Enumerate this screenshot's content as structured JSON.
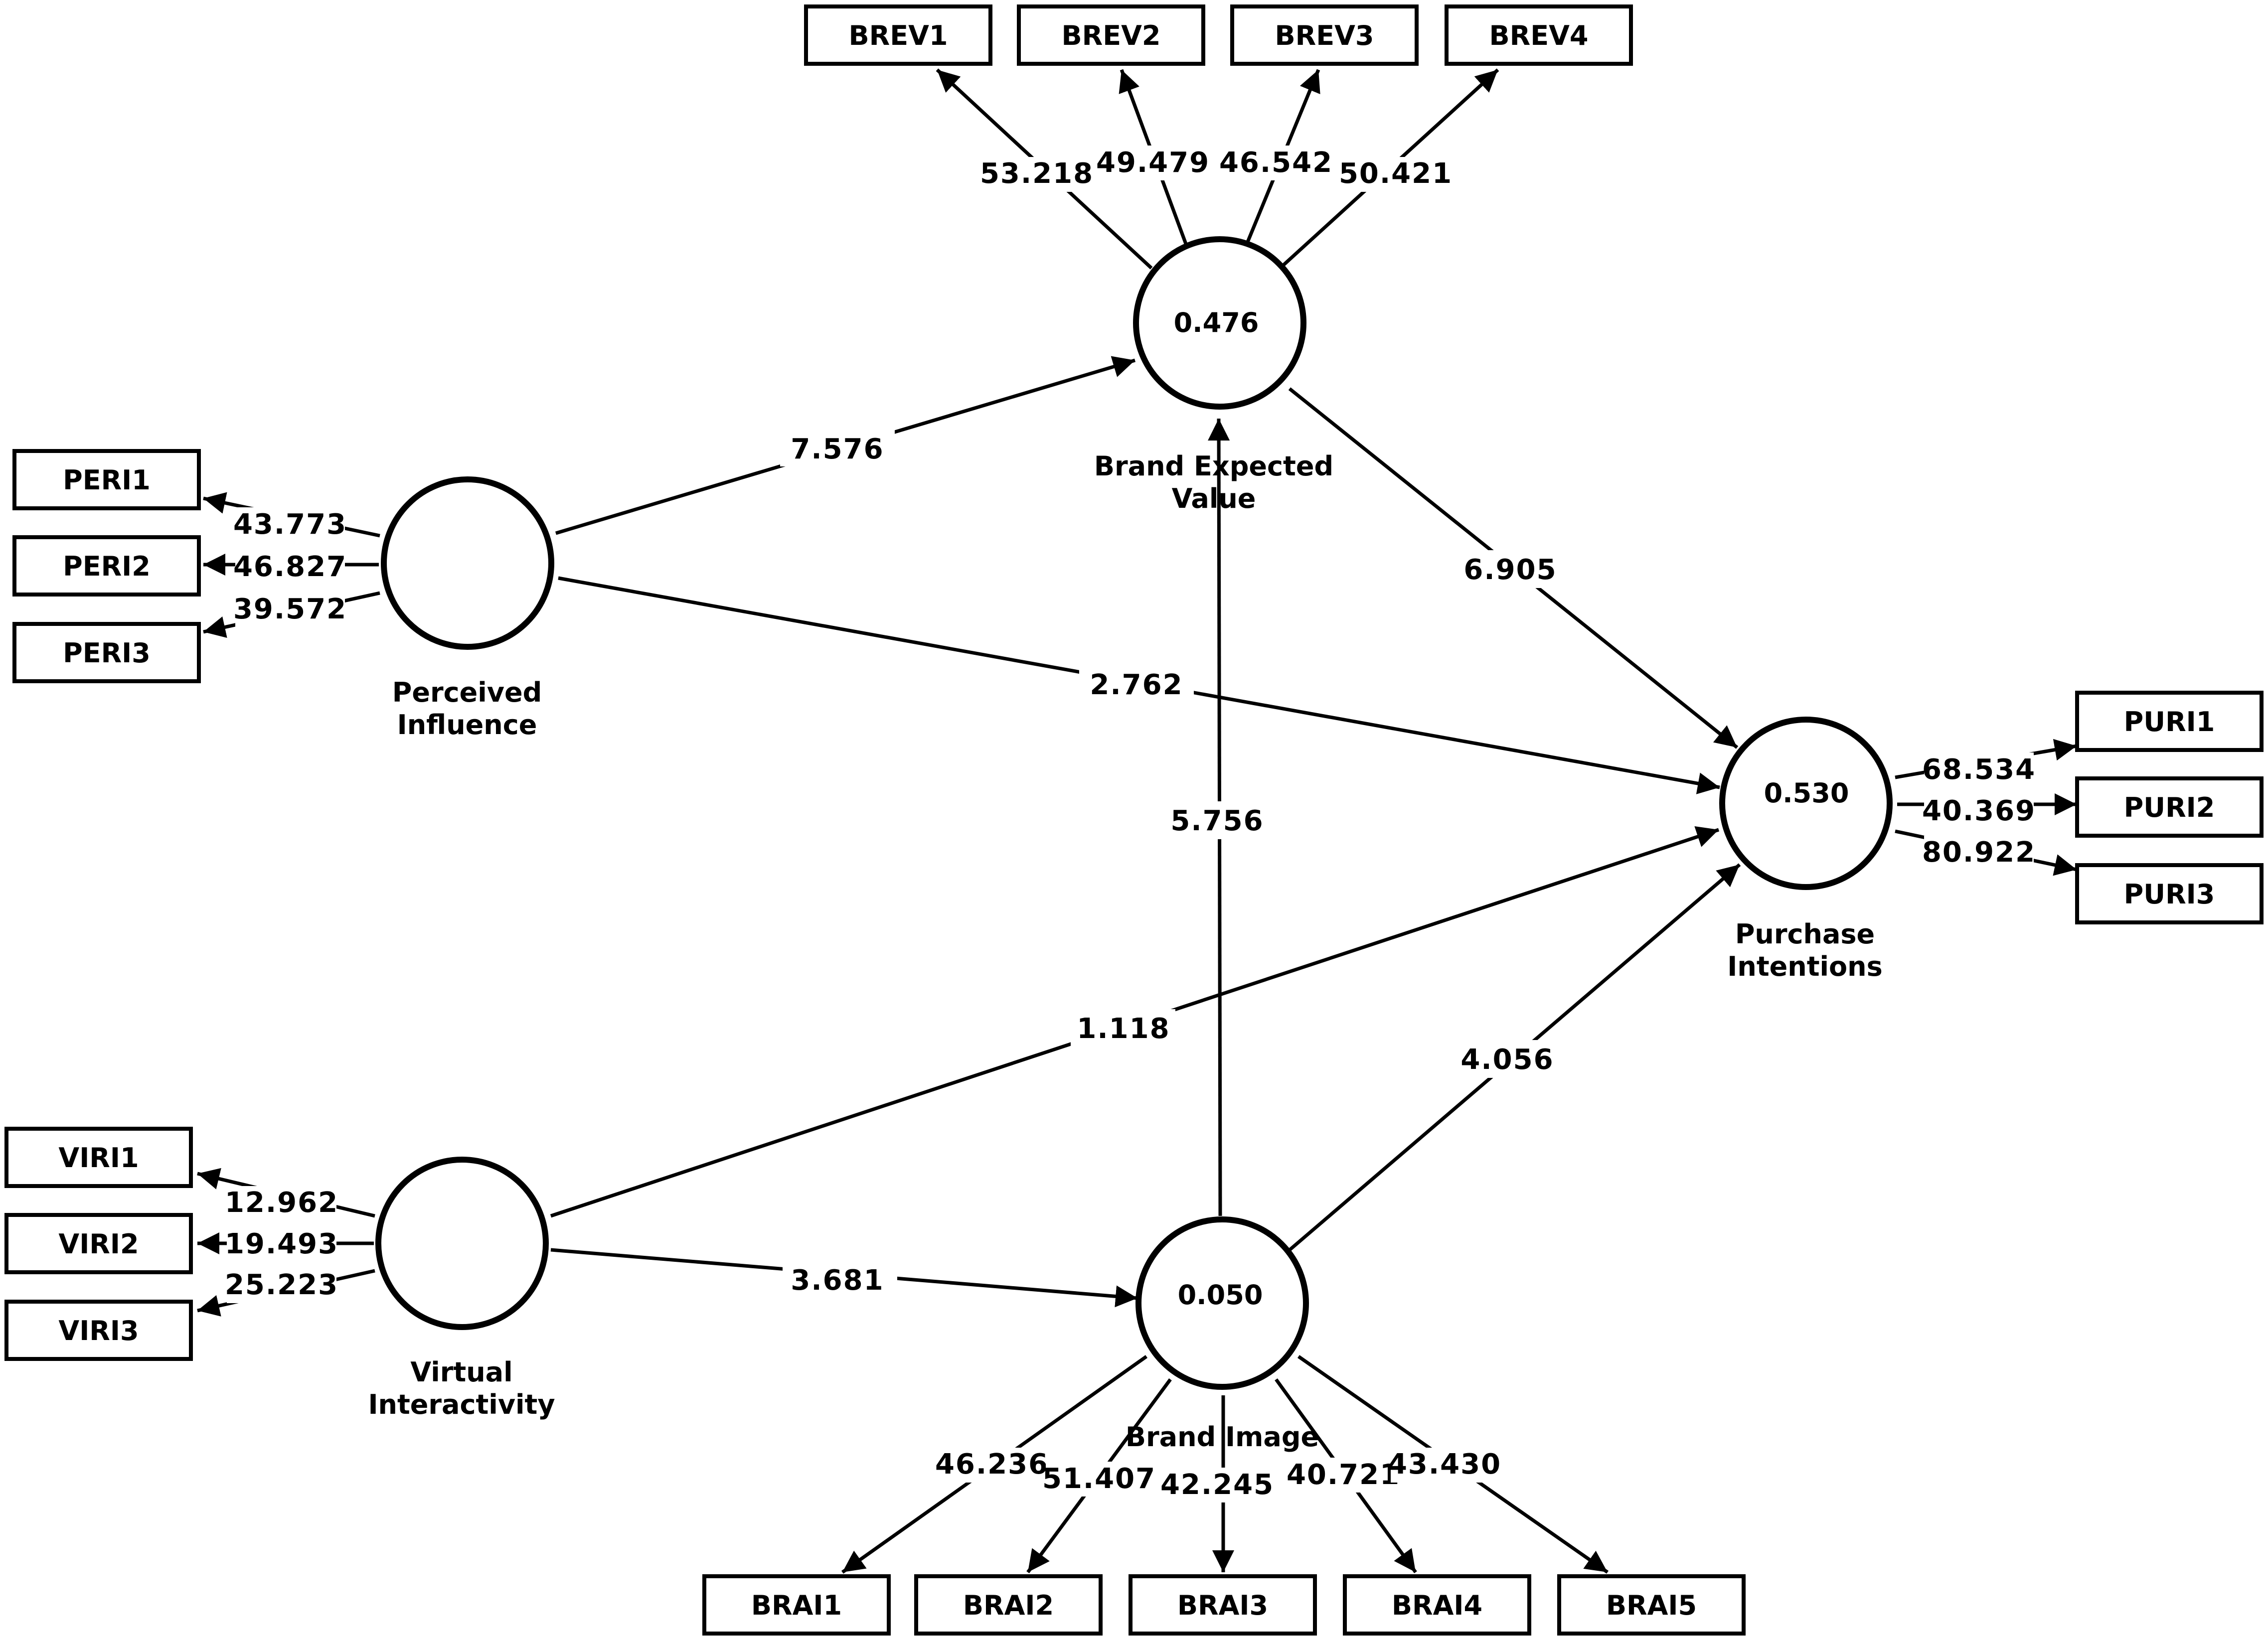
{
  "constructs": {
    "brev": {
      "name_line1": "Brand Expected",
      "name_line2": "Value",
      "r2": "0.476"
    },
    "peri": {
      "name_line1": "Perceived",
      "name_line2": "Influence",
      "r2": ""
    },
    "puri": {
      "name_line1": "Purchase",
      "name_line2": "Intentions",
      "r2": "0.530"
    },
    "viri": {
      "name_line1": "Virtual",
      "name_line2": "Interactivity",
      "r2": ""
    },
    "brai": {
      "name_line1": "Brand Image",
      "name_line2": "",
      "r2": "0.050"
    }
  },
  "indicators": {
    "brev1": "BREV1",
    "brev2": "BREV2",
    "brev3": "BREV3",
    "brev4": "BREV4",
    "peri1": "PERI1",
    "peri2": "PERI2",
    "peri3": "PERI3",
    "puri1": "PURI1",
    "puri2": "PURI2",
    "puri3": "PURI3",
    "viri1": "VIRI1",
    "viri2": "VIRI2",
    "viri3": "VIRI3",
    "brai1": "BRAI1",
    "brai2": "BRAI2",
    "brai3": "BRAI3",
    "brai4": "BRAI4",
    "brai5": "BRAI5"
  },
  "loadings": {
    "brev1": "53.218",
    "brev2": "49.479",
    "brev3": "46.542",
    "brev4": "50.421",
    "peri1": "43.773",
    "peri2": "46.827",
    "peri3": "39.572",
    "puri1": "68.534",
    "puri2": "40.369",
    "puri3": "80.922",
    "viri1": "12.962",
    "viri2": "19.493",
    "viri3": "25.223",
    "brai1": "46.236",
    "brai2": "51.407",
    "brai3": "42.245",
    "brai4": "40.721",
    "brai5": "43.430"
  },
  "paths": {
    "peri_brev": "7.576",
    "peri_puri": "2.762",
    "brev_puri": "6.905",
    "brai_brev": "5.756",
    "viri_puri": "1.118",
    "brai_puri": "4.056",
    "viri_brai": "3.681"
  }
}
